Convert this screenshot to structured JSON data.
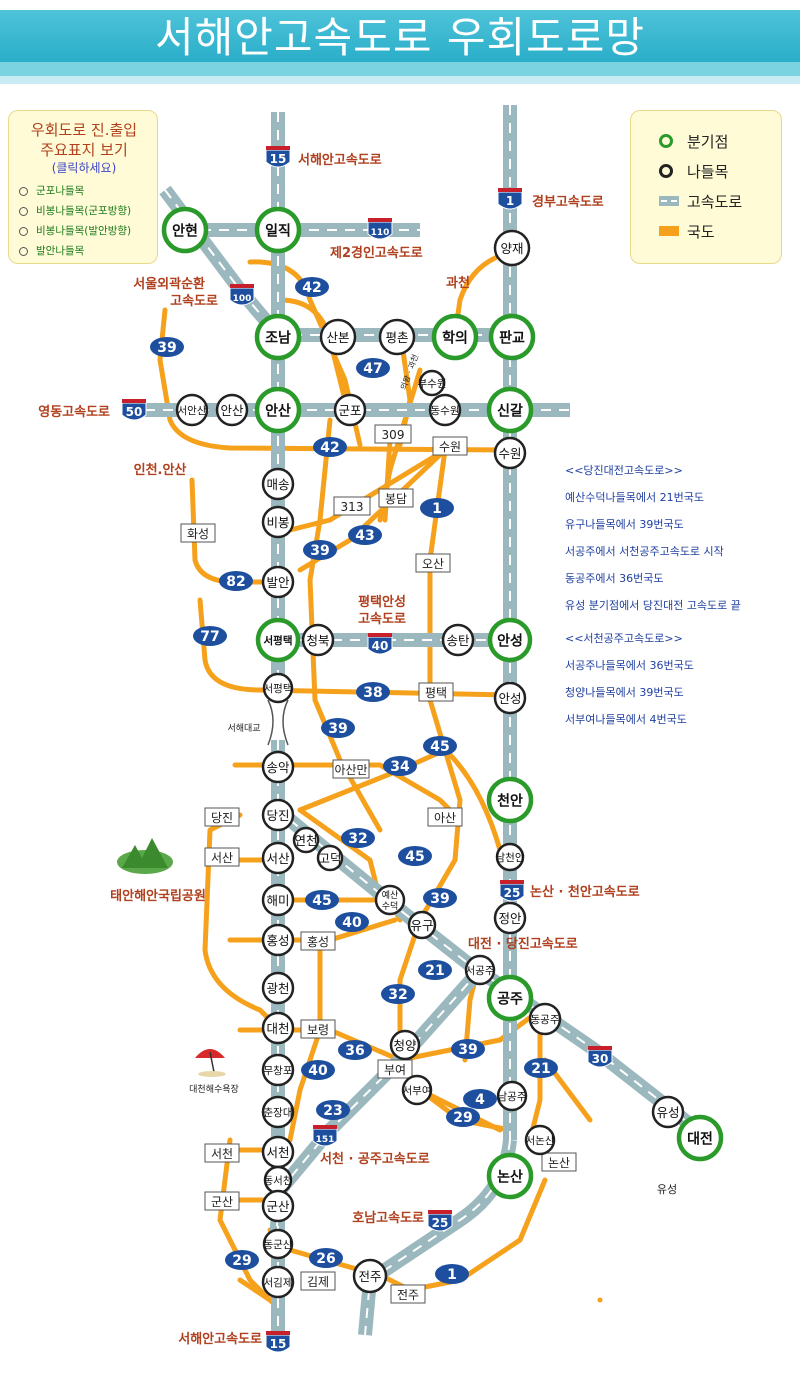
{
  "title": "서해안고속도로 우회도로망",
  "shortcut_box": {
    "line1": "우회도로 진.출입",
    "line2": "주요표지 보기",
    "hint": "(클릭하세요)",
    "items": [
      "군포나들목",
      "비봉나들목(군포방향)",
      "비봉나들목(발안방향)",
      "발안나들목"
    ]
  },
  "legend": {
    "junction": "분기점",
    "interchange": "나들목",
    "expressway": "고속도로",
    "national_road": "국도"
  },
  "colors": {
    "expressway": "#9ab8bd",
    "expressway_dash": "#ffffff",
    "national_road": "#f5a11c",
    "junction_ring": "#2a9a2a",
    "interchange_ring": "#222222",
    "route_badge": "#1d4f9e",
    "label_red": "#b0401e",
    "note_blue": "#2040a0"
  },
  "expressway_labels": [
    {
      "text": "서해안고속도로",
      "shield": "15"
    },
    {
      "text": "경부고속도로",
      "shield": "1"
    },
    {
      "text": "제2경인고속도로",
      "shield": "110"
    },
    {
      "text": "서울외곽순환",
      "text2": "고속도로",
      "shield": "100"
    },
    {
      "text": "영동고속도로",
      "shield": "50"
    },
    {
      "text": "평택안성",
      "text2": "고속도로",
      "shield": "40"
    },
    {
      "text": "논산 · 천안고속도로",
      "shield": "25"
    },
    {
      "text": "대전 · 당진고속도로"
    },
    {
      "text": "서천 · 공주고속도로",
      "shield": "151"
    },
    {
      "text": "호남고속도로",
      "shield": "25"
    },
    {
      "text": "대전",
      "shield": "30"
    },
    {
      "text": "서해안고속도로",
      "shield": "15"
    }
  ],
  "region_labels": [
    "과천",
    "인천.안산",
    "태안해안국립공원",
    "대천해수욕장",
    "서해대교",
    "유성",
    "의왕 · 과천"
  ],
  "junctions": [
    "안현",
    "일직",
    "조남",
    "학의",
    "판교",
    "안산",
    "신갈",
    "서평택",
    "안성",
    "천안",
    "공주",
    "논산",
    "대전"
  ],
  "interchanges": [
    "양재",
    "산본",
    "평촌",
    "서안산",
    "안산",
    "군포",
    "부수원",
    "동수원",
    "수원",
    "매송",
    "비봉",
    "발안",
    "청북",
    "송탄",
    "서평택",
    "안성",
    "송악",
    "당진",
    "연천",
    "고덕",
    "서산",
    "남천안",
    "해미",
    "예산수덕",
    "유구",
    "정안",
    "홍성",
    "서공주",
    "광천",
    "동공주",
    "대천",
    "청양",
    "무창포",
    "남공주",
    "서부여",
    "춘장대",
    "서논산",
    "유성",
    "서천",
    "동서천",
    "군산",
    "동군산",
    "서김제",
    "전주"
  ],
  "road_numbers": [
    "42",
    "39",
    "47",
    "42",
    "1",
    "39",
    "43",
    "82",
    "77",
    "38",
    "39",
    "34",
    "45",
    "32",
    "45",
    "39",
    "45",
    "40",
    "21",
    "32",
    "39",
    "36",
    "40",
    "21",
    "23",
    "29",
    "4",
    "29",
    "26",
    "1"
  ],
  "city_boxes": [
    "309",
    "313",
    "봉담",
    "수원",
    "오산",
    "화성",
    "평택",
    "아산만",
    "아산",
    "당진",
    "서산",
    "홍성",
    "보령",
    "부여",
    "논산",
    "서천",
    "군산",
    "김제",
    "전주"
  ],
  "notes_dangjin": {
    "heading": "<<당진대전고속도로>>",
    "lines": [
      "예산수덕나들목에서 21번국도",
      "유구나들목에서 39번국도",
      "서공주에서 서천공주고속도로 시작",
      "동공주에서 36번국도",
      "유성 분기점에서 당진대전 고속도로 끝"
    ]
  },
  "notes_seocheon": {
    "heading": "<<서천공주고속도로>>",
    "lines": [
      "서공주나들목에서 36번국도",
      "청양나들목에서 39번국도",
      "서부여나들목에서 4번국도"
    ]
  }
}
